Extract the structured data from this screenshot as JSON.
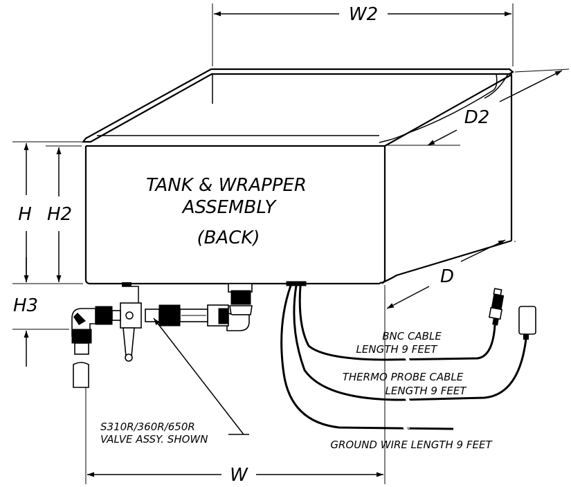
{
  "dimensions": {
    "w2": "W2",
    "d2": "D2",
    "h": "H",
    "h2": "H2",
    "h3": "H3",
    "d": "D",
    "w": "W"
  },
  "tank_label": {
    "line1": "TANK & WRAPPER",
    "line2": "ASSEMBLY",
    "line3": "(BACK)"
  },
  "callouts": {
    "bnc_line1": "BNC CABLE",
    "bnc_line2": "LENGTH 9 FEET",
    "thermo_line1": "THERMO PROBE CABLE",
    "thermo_line2": "LENGTH 9 FEET",
    "ground": "GROUND WIRE LENGTH 9 FEET",
    "valve_line1": "S310R/360R/650R",
    "valve_line2": "VALVE ASSY. SHOWN"
  }
}
